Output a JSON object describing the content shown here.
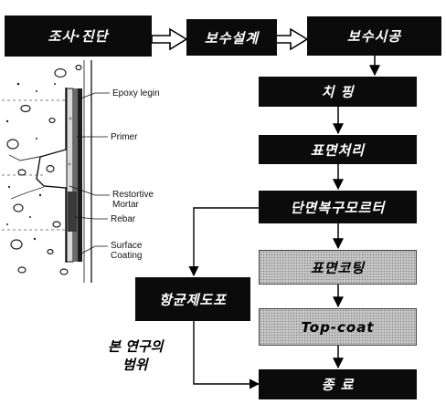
{
  "steps": {
    "investigation": "조사·진단",
    "design": "보수설계",
    "construction": "보수시공",
    "chipping": "치 핑",
    "surface_treatment": "표면처리",
    "section_mortar": "단면복구모르터",
    "surface_coating": "표면코팅",
    "top_coat": "Top-coat",
    "antibacterial": "항균제도포",
    "finish": "종 료"
  },
  "scope_label": [
    "본 연구의",
    "범위"
  ],
  "cross_section_labels": {
    "epoxy": "Epoxy legin",
    "primer": "Primer",
    "restorative": [
      "Restortive",
      "Mortar"
    ],
    "rebar": "Rebar",
    "surface": [
      "Surface",
      "Coating"
    ]
  }
}
